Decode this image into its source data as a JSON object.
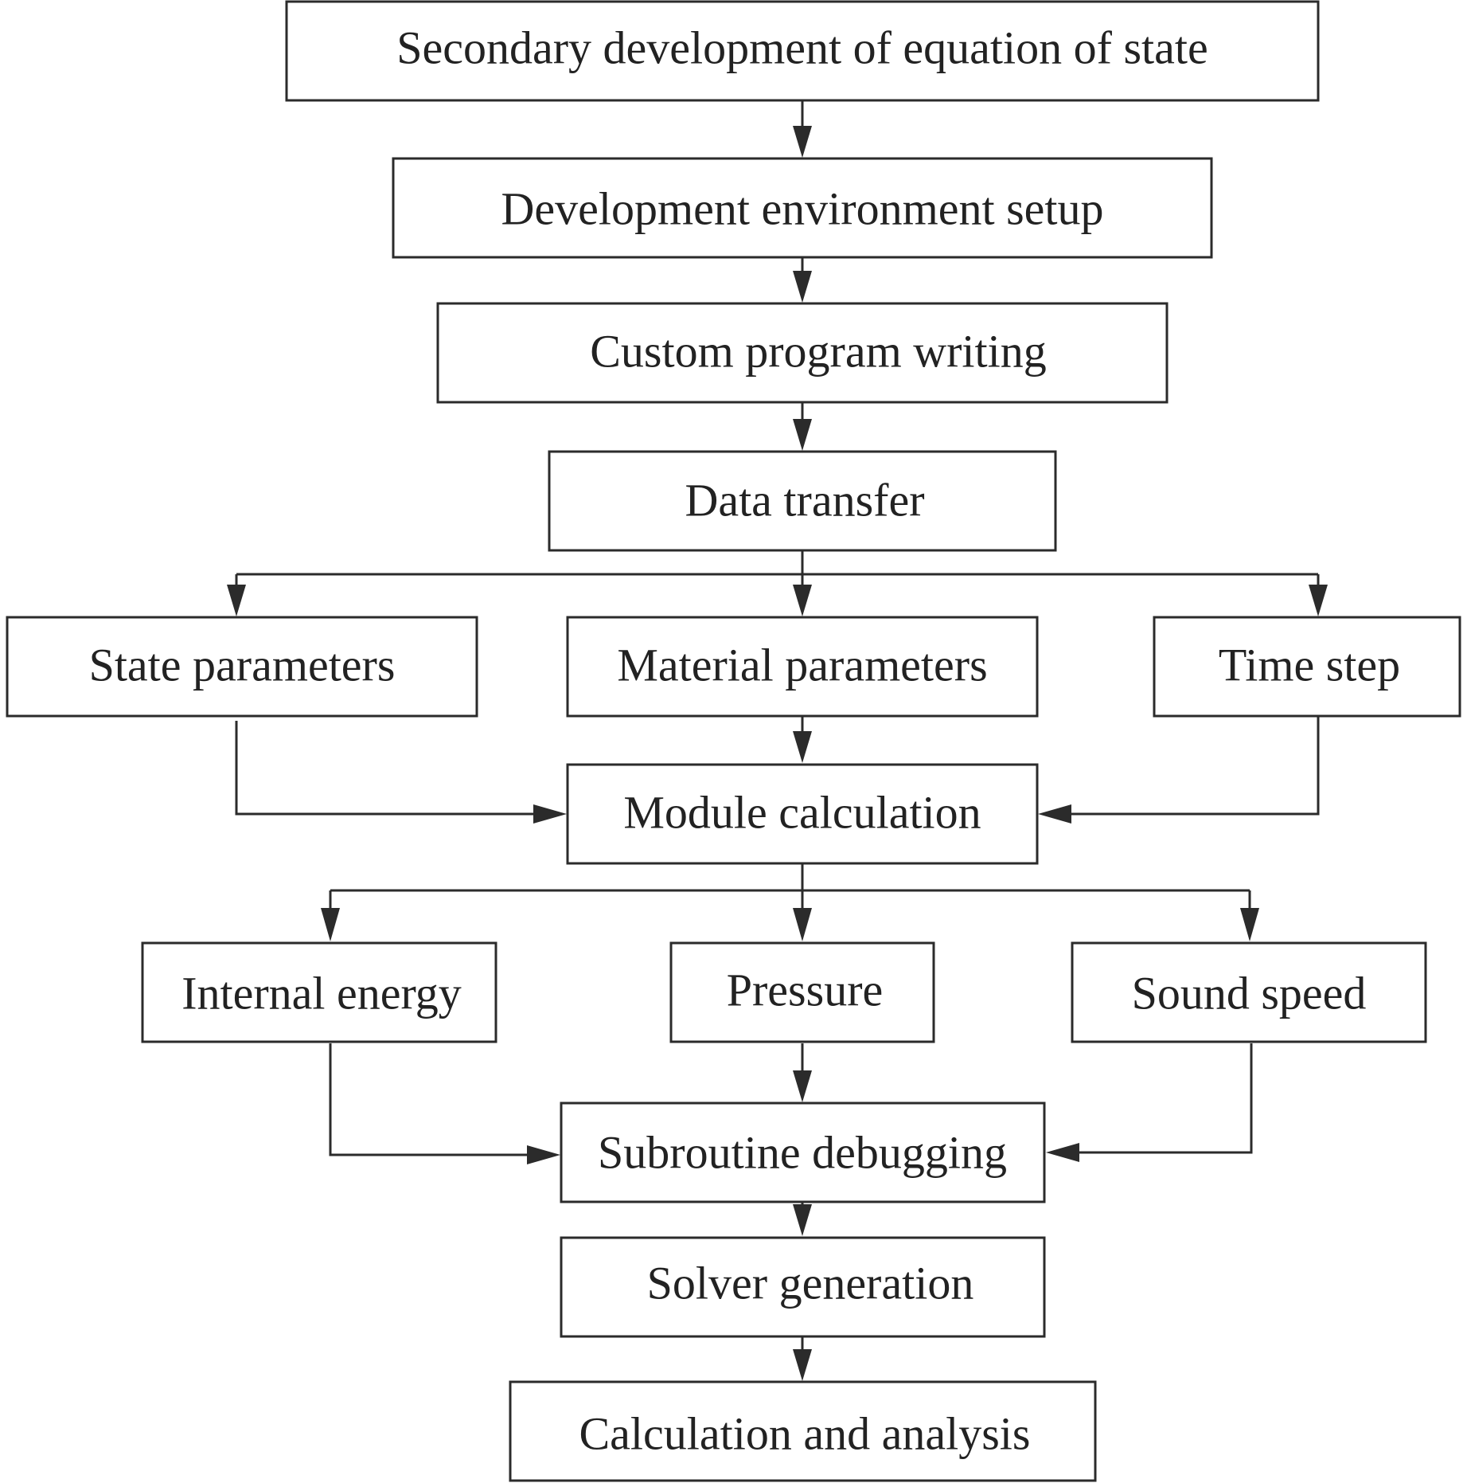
{
  "diagram": {
    "nodes": {
      "secondary_dev": "Secondary development of equation of state",
      "env_setup": "Development environment setup",
      "custom_program": "Custom program writing",
      "data_transfer": "Data transfer",
      "state_params": "State parameters",
      "material_params": "Material parameters",
      "time_step": "Time step",
      "module_calc": "Module calculation",
      "internal_energy": "Internal energy",
      "pressure": "Pressure",
      "sound_speed": "Sound speed",
      "subroutine_debug": "Subroutine debugging",
      "solver_gen": "Solver generation",
      "calc_analysis": "Calculation and analysis"
    },
    "edges": [
      [
        "secondary_dev",
        "env_setup"
      ],
      [
        "env_setup",
        "custom_program"
      ],
      [
        "custom_program",
        "data_transfer"
      ],
      [
        "data_transfer",
        "state_params"
      ],
      [
        "data_transfer",
        "material_params"
      ],
      [
        "data_transfer",
        "time_step"
      ],
      [
        "state_params",
        "module_calc"
      ],
      [
        "material_params",
        "module_calc"
      ],
      [
        "time_step",
        "module_calc"
      ],
      [
        "module_calc",
        "internal_energy"
      ],
      [
        "module_calc",
        "pressure"
      ],
      [
        "module_calc",
        "sound_speed"
      ],
      [
        "internal_energy",
        "subroutine_debug"
      ],
      [
        "pressure",
        "subroutine_debug"
      ],
      [
        "sound_speed",
        "subroutine_debug"
      ],
      [
        "subroutine_debug",
        "solver_gen"
      ],
      [
        "solver_gen",
        "calc_analysis"
      ]
    ]
  }
}
